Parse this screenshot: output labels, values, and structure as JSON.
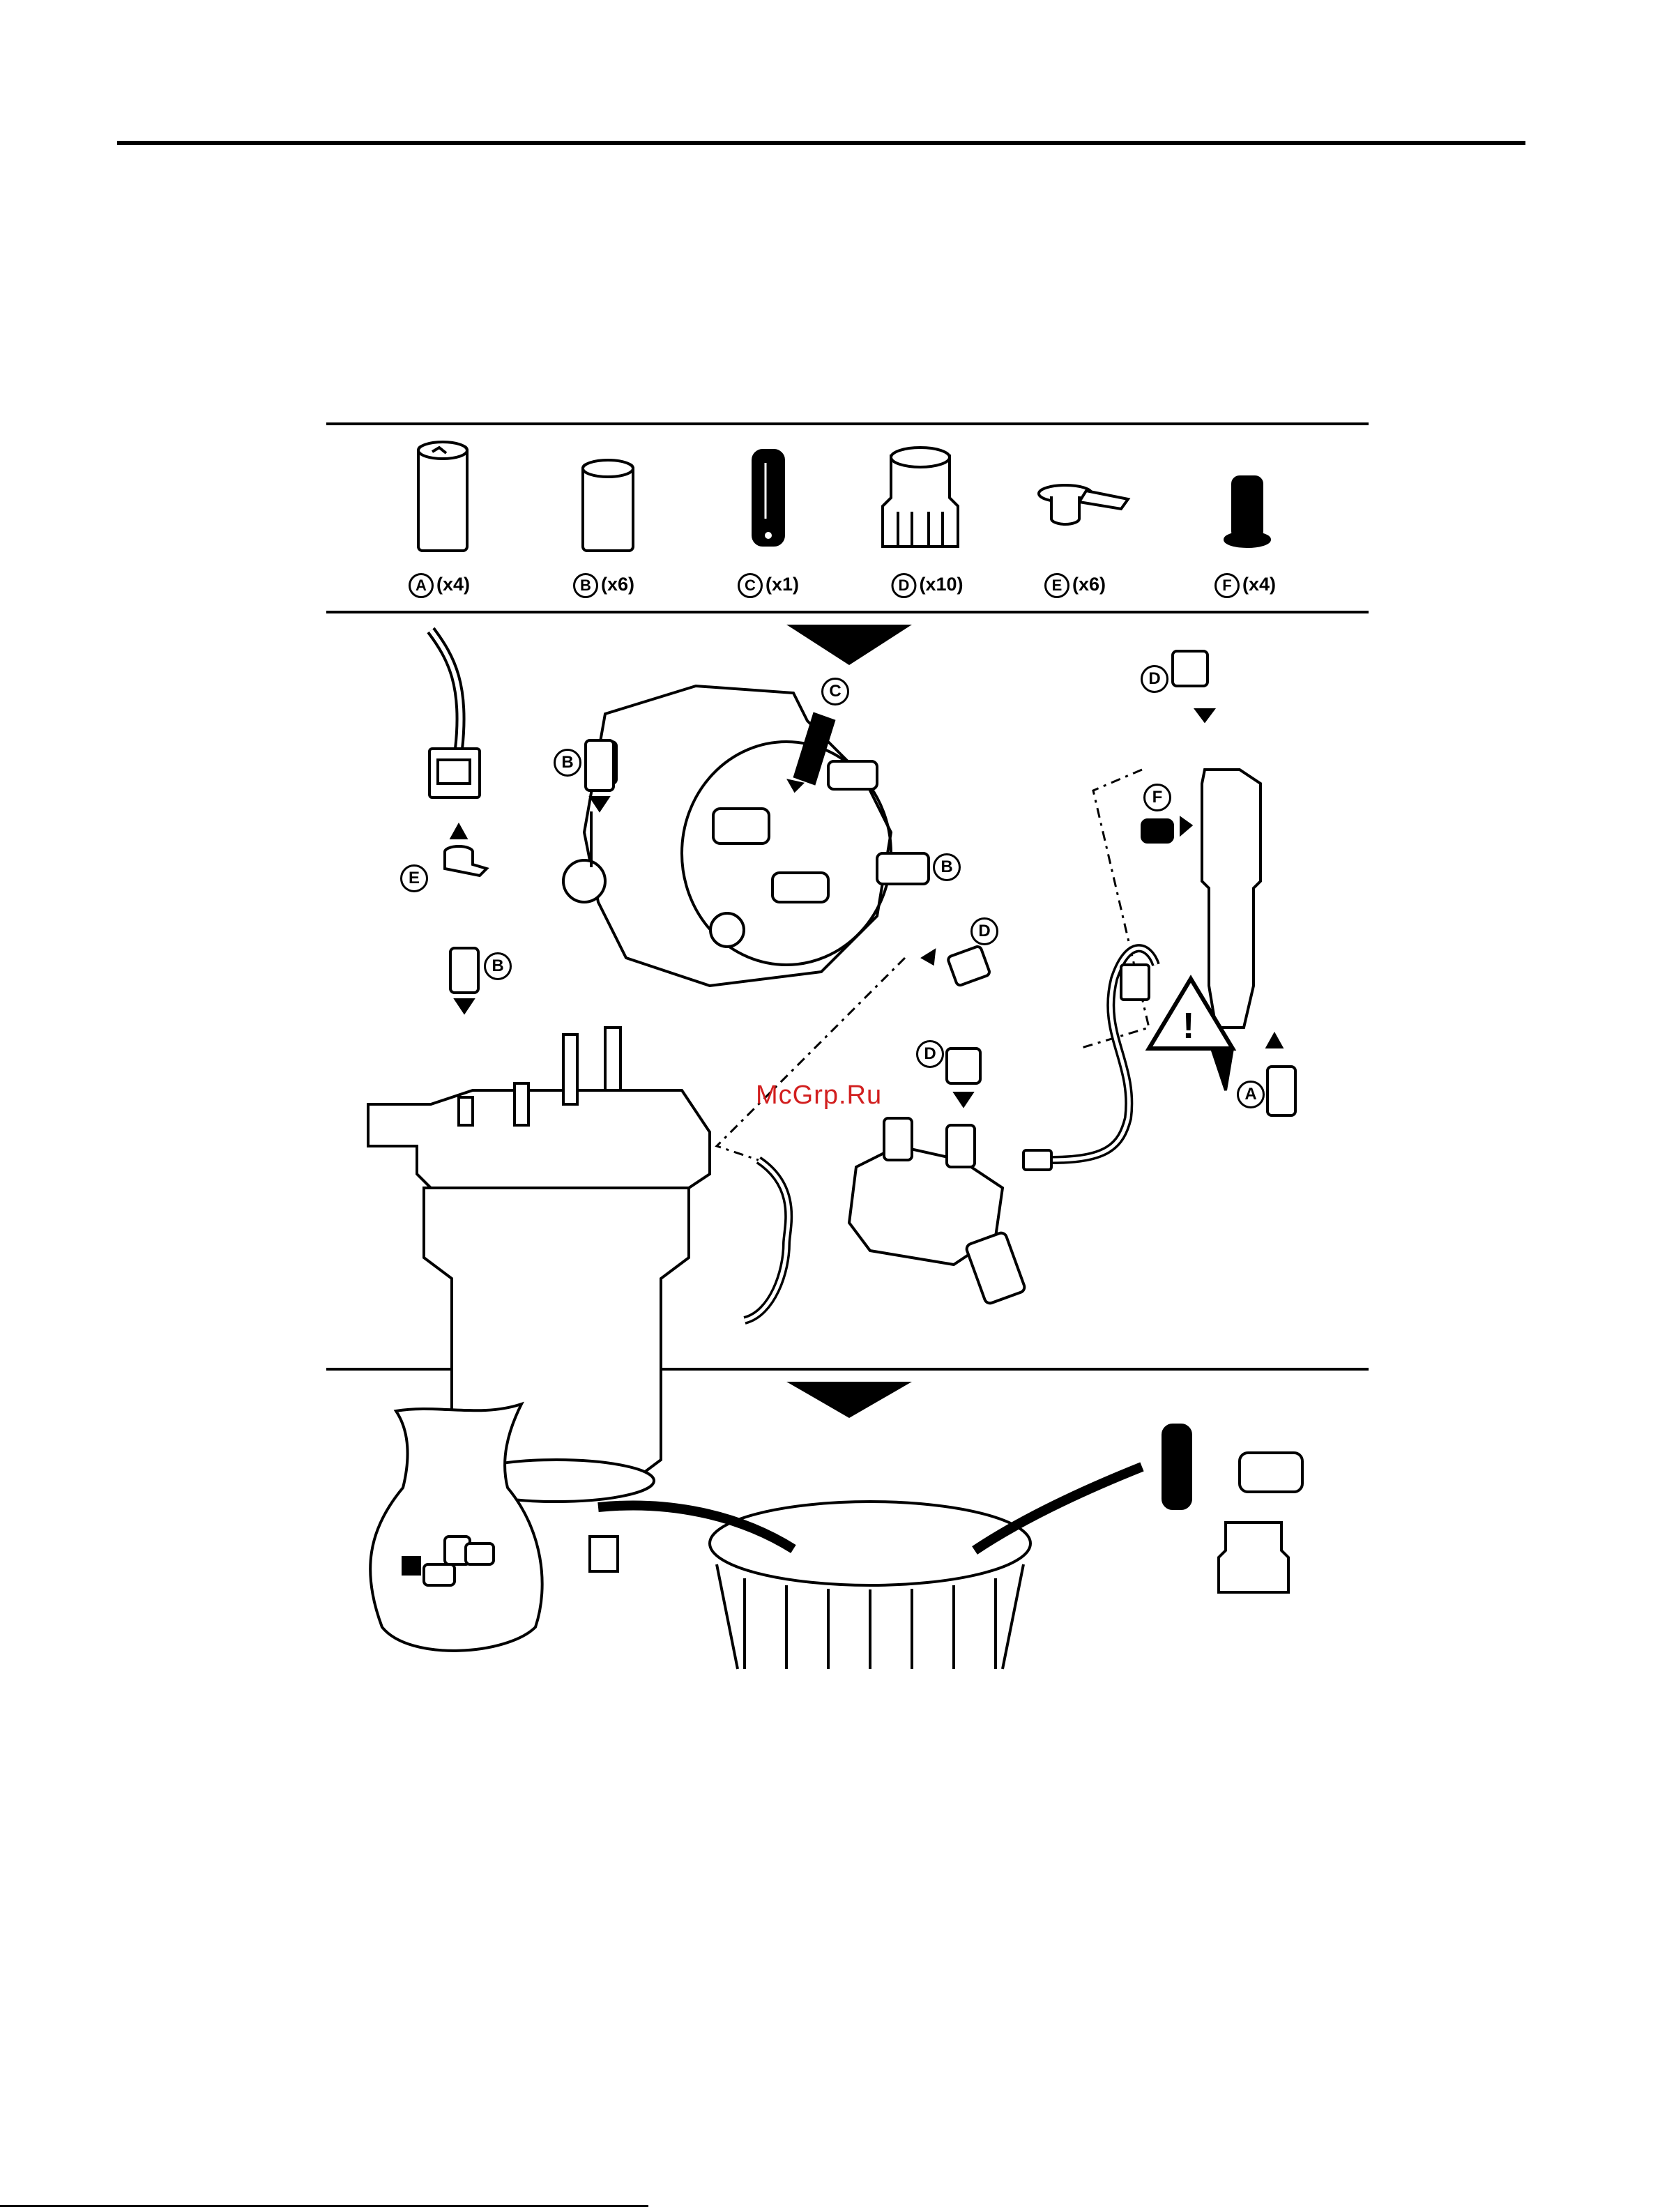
{
  "figure": {
    "watermark": "McGrp.Ru",
    "parts": [
      {
        "letter": "A",
        "qty": "(x4)"
      },
      {
        "letter": "B",
        "qty": "(x6)"
      },
      {
        "letter": "C",
        "qty": "(x1)"
      },
      {
        "letter": "D",
        "qty": "(x10)"
      },
      {
        "letter": "E",
        "qty": "(x6)"
      },
      {
        "letter": "F",
        "qty": "(x4)"
      }
    ],
    "callouts": {
      "c": "C",
      "b_filter_top": "B",
      "b_pump_left": "B",
      "b_pump_right": "B",
      "e": "E",
      "d_pump": "D",
      "d_rail": "D",
      "d_injector": "D",
      "f": "F",
      "a": "A"
    },
    "warning_symbol": "!"
  }
}
